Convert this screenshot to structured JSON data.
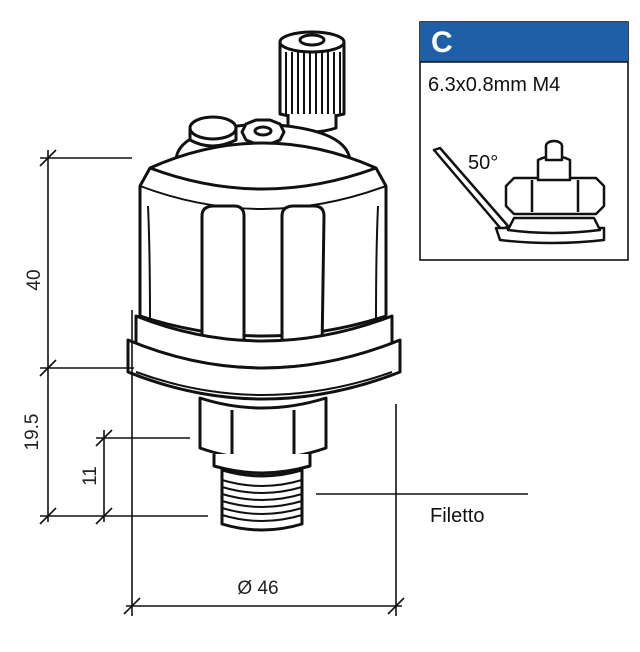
{
  "dimensions": {
    "height_body": "40",
    "height_fitting": "19.5",
    "height_thread": "11",
    "diameter": "Ø 46"
  },
  "labels": {
    "thread": "Filetto"
  },
  "inset": {
    "letter": "C",
    "spec": "6.3x0.8mm M4",
    "angle": "50°",
    "header_color": "#1f5fa8"
  }
}
